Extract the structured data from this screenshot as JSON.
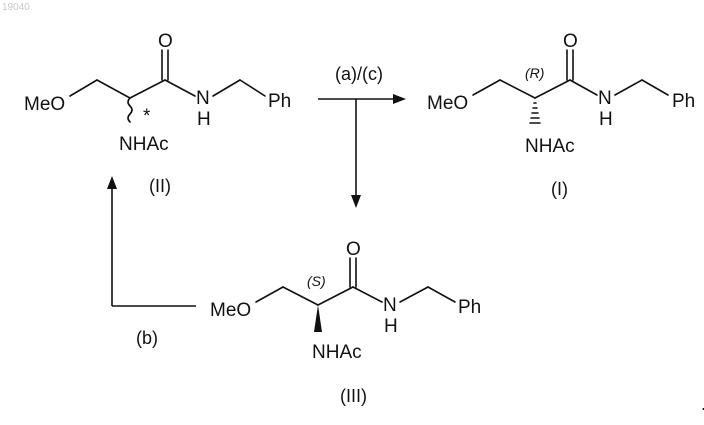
{
  "watermark": "19040",
  "atoms": {
    "meo": "MeO",
    "o": "O",
    "n": "N",
    "h": "H",
    "ph": "Ph",
    "nhac": "NHAc",
    "star": "*"
  },
  "stereo": {
    "r": "(R)",
    "s": "(S)"
  },
  "compounds": {
    "racemate": "(II)",
    "r_enantiomer": "(I)",
    "s_enantiomer": "(III)"
  },
  "arrows": {
    "resolution": "(a)/(c)",
    "racemization": "(b)"
  },
  "dot": "."
}
